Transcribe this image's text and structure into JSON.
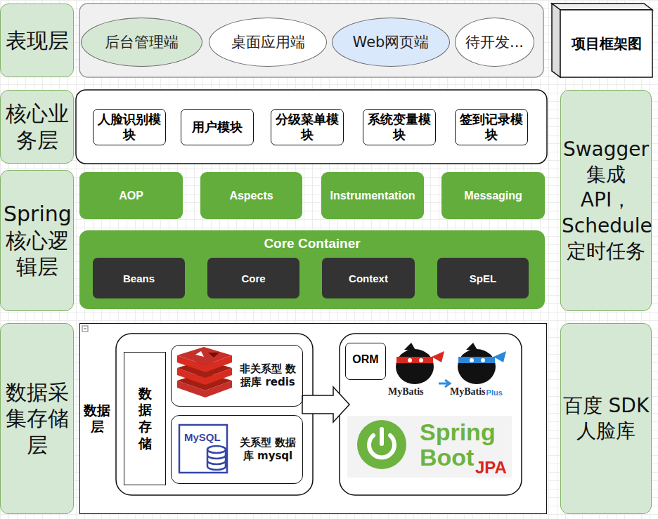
{
  "diagram": {
    "nodes": [
      {
        "text": [
          "表现层"
        ]
      },
      {
        "text": [
          "后台管理端"
        ]
      },
      {
        "text": [
          "桌面应用端"
        ]
      },
      {
        "text": [
          "Web网页端"
        ]
      },
      {
        "text": [
          "待开发..."
        ]
      },
      {
        "text": [
          "项目框架图"
        ]
      },
      {
        "text": [
          "核心业务层"
        ]
      },
      {
        "text": [
          "人脸识别模块"
        ]
      },
      {
        "text": [
          "用户模块"
        ]
      },
      {
        "text": [
          "分级菜单模块"
        ]
      },
      {
        "text": [
          "系统变量模块"
        ]
      },
      {
        "text": [
          "签到记录模块"
        ]
      },
      {
        "text": [
          "Swagger 集成 API， Schedule 定时任务"
        ]
      },
      {
        "text": [
          "Spring核心逻辑层"
        ]
      },
      {
        "text": [
          "AOP"
        ]
      },
      {
        "text": [
          "Aspects"
        ]
      },
      {
        "text": [
          "Instrumentation"
        ]
      },
      {
        "text": [
          "Messaging"
        ]
      },
      {
        "text": [
          "Core Container"
        ]
      },
      {
        "text": [
          "Beans"
        ],
        "in": 18
      },
      {
        "text": [
          "Core"
        ],
        "in": 18
      },
      {
        "text": [
          "Context"
        ],
        "in": 18
      },
      {
        "text": [
          "SpEL"
        ],
        "in": 18
      },
      {
        "text": [
          "数据采集存储层"
        ]
      },
      {
        "text": [
          "数据层"
        ]
      },
      {
        "text": [
          "数据存储"
        ],
        "in": 24
      },
      {
        "text": [
          "非关系型 数据库 redis"
        ],
        "in": 24
      },
      {
        "text": [
          "关系型 数据库 mysql"
        ],
        "in": 24
      },
      {
        "text": [
          "ORM"
        ],
        "in": 24
      },
      {
        "text": [
          "百度 SDK 人脸库"
        ]
      }
    ],
    "labels": [
      "MySQL",
      "MyBatis",
      "MyBatis",
      "Plus",
      "Spring",
      "Boot",
      "JPA"
    ]
  }
}
